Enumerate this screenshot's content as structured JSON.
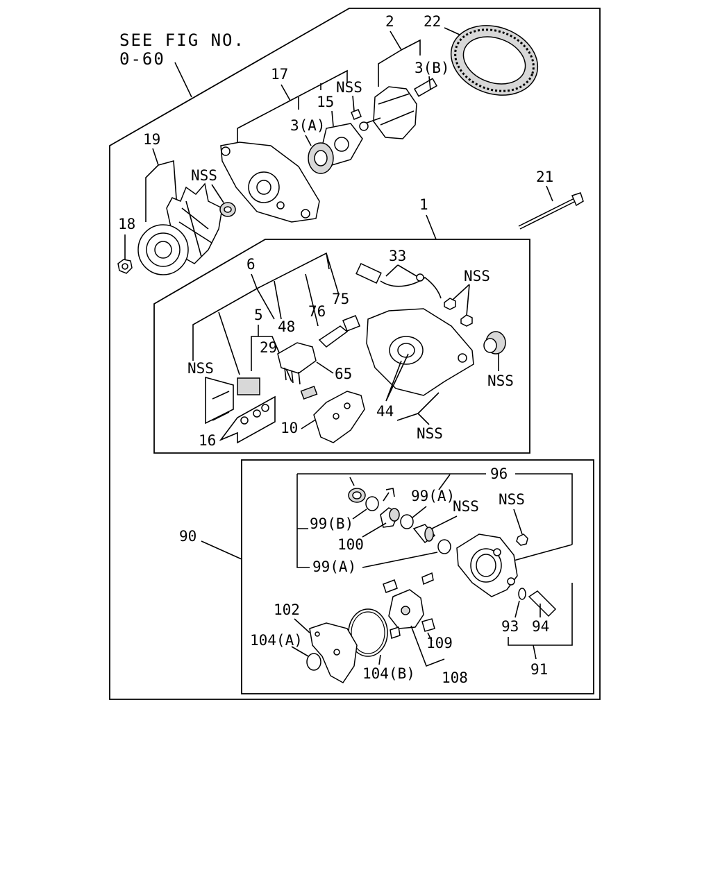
{
  "figure_ref": {
    "line1": "SEE FIG NO.",
    "line2": "0-60"
  },
  "labels": {
    "p2": "2",
    "p22": "22",
    "p3b": "3(B)",
    "p17": "17",
    "nss_top": "NSS",
    "p15": "15",
    "p3a": "3(A)",
    "p19": "19",
    "nss_bush": "NSS",
    "p21": "21",
    "p1": "1",
    "p18": "18",
    "p6": "6",
    "p33": "33",
    "nss_nuts": "NSS",
    "p75": "75",
    "p76": "76",
    "p48": "48",
    "p5": "5",
    "p29": "29",
    "p65": "65",
    "nss_left": "NSS",
    "nss_sleeve": "NSS",
    "p44": "44",
    "nss_frame": "NSS",
    "p16": "16",
    "p10": "10",
    "p96": "96",
    "p99a_top": "99(A)",
    "nss_screw": "NSS",
    "nss_pump": "NSS",
    "p99b": "99(B)",
    "p100": "100",
    "p99a_bot": "99(A)",
    "p90": "90",
    "p102": "102",
    "p104a": "104(A)",
    "p104b": "104(B)",
    "p109": "109",
    "p108": "108",
    "p93": "93",
    "p94": "94",
    "p91": "91"
  }
}
